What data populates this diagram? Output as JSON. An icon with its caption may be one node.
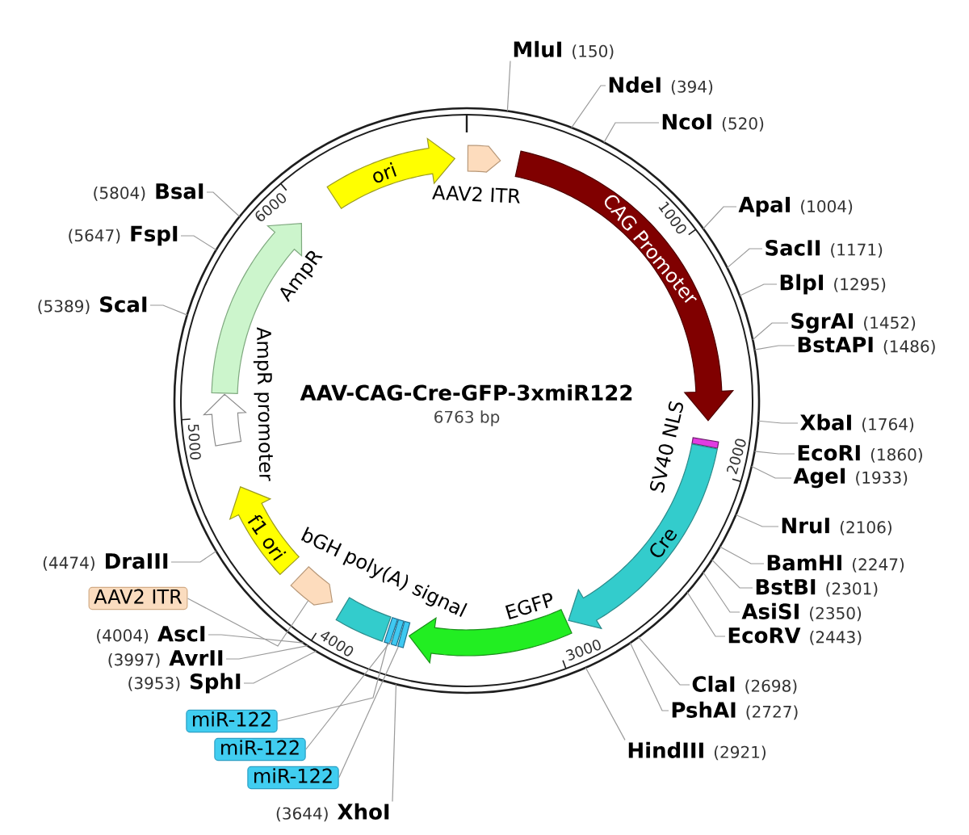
{
  "diagram": {
    "title": "AAV-CAG-Cre-GFP-3xmiR122",
    "nodes": [
      {
        "text": [],
        "shape": "circle"
      },
      {
        "text": [
          "AAV2 ITR"
        ],
        "in": 0
      },
      {
        "text": [
          "CAG Promoter"
        ],
        "in": 0
      },
      {
        "text": [
          "SV40 NLS"
        ],
        "in": 0
      },
      {
        "text": [
          "Cre"
        ],
        "in": 0
      },
      {
        "text": [
          "EGFP"
        ],
        "in": 0
      },
      {
        "text": [],
        "shape": "bar",
        "in": 0
      },
      {
        "text": [],
        "shape": "bar",
        "in": 0
      },
      {
        "text": [],
        "shape": "bar",
        "in": 0
      },
      {
        "text": [
          "bGH poly(A) signal"
        ],
        "in": 0
      },
      {
        "text": [],
        "shape": "pentagon",
        "in": 0
      },
      {
        "text": [
          "f1 ori"
        ],
        "in": 0
      },
      {
        "text": [
          "AmpR promoter"
        ],
        "in": 0
      },
      {
        "text": [
          "AmpR"
        ],
        "in": 0
      },
      {
        "text": [
          "ori"
        ],
        "in": 0
      },
      {
        "text": [
          "AAV2 ITR"
        ]
      },
      {
        "text": [
          "miR-122"
        ]
      },
      {
        "text": [
          "miR-122"
        ]
      },
      {
        "text": [
          "miR-122"
        ]
      },
      {
        "text": [
          "MluI",
          "(150)"
        ]
      },
      {
        "text": [
          "NdeI",
          "(394)"
        ]
      },
      {
        "text": [
          "NcoI",
          "(520)"
        ]
      },
      {
        "text": [
          "ApaI",
          "(1004)"
        ]
      },
      {
        "text": [
          "SacII",
          "(1171)"
        ]
      },
      {
        "text": [
          "BlpI",
          "(1295)"
        ]
      },
      {
        "text": [
          "SgrAI",
          "(1452)"
        ]
      },
      {
        "text": [
          "BstAPI",
          "(1486)"
        ]
      },
      {
        "text": [
          "XbaI",
          "(1764)"
        ]
      },
      {
        "text": [
          "EcoRI",
          "(1860)"
        ]
      },
      {
        "text": [
          "AgeI",
          "(1933)"
        ]
      },
      {
        "text": [
          "NruI",
          "(2106)"
        ]
      },
      {
        "text": [
          "BamHI",
          "(2247)"
        ]
      },
      {
        "text": [
          "BstBI",
          "(2301)"
        ]
      },
      {
        "text": [
          "AsiSI",
          "(2350)"
        ]
      },
      {
        "text": [
          "EcoRV",
          "(2443)"
        ]
      },
      {
        "text": [
          "ClaI",
          "(2698)"
        ]
      },
      {
        "text": [
          "PshAI",
          "(2727)"
        ]
      },
      {
        "text": [
          "HindIII",
          "(2921)"
        ]
      },
      {
        "text": [
          "(3644)",
          "XhoI"
        ]
      },
      {
        "text": [
          "(3953)",
          "SphI"
        ]
      },
      {
        "text": [
          "(3997)",
          "AvrII"
        ]
      },
      {
        "text": [
          "(4004)",
          "AscI"
        ]
      },
      {
        "text": [
          "(4474)",
          "DraIII"
        ]
      },
      {
        "text": [
          "(5389)",
          "ScaI"
        ]
      },
      {
        "text": [
          "(5647)",
          "FspI"
        ]
      },
      {
        "text": [
          "(5804)",
          "BsaI"
        ]
      }
    ],
    "edges": [
      {
        "from": 19,
        "to": 0,
        "arrow": "none"
      },
      {
        "from": 20,
        "to": 0,
        "arrow": "none"
      },
      {
        "from": 21,
        "to": 0,
        "arrow": "none"
      },
      {
        "from": 22,
        "to": 0,
        "arrow": "none"
      },
      {
        "from": 23,
        "to": 0,
        "arrow": "none"
      },
      {
        "from": 24,
        "to": 0,
        "arrow": "none"
      },
      {
        "from": 25,
        "to": 0,
        "arrow": "none"
      },
      {
        "from": 26,
        "to": 0,
        "arrow": "none"
      },
      {
        "from": 27,
        "to": 0,
        "arrow": "none"
      },
      {
        "from": 28,
        "to": 0,
        "arrow": "none"
      },
      {
        "from": 29,
        "to": 0,
        "arrow": "none"
      },
      {
        "from": 30,
        "to": 0,
        "arrow": "none"
      },
      {
        "from": 31,
        "to": 0,
        "arrow": "none"
      },
      {
        "from": 32,
        "to": 0,
        "arrow": "none"
      },
      {
        "from": 33,
        "to": 0,
        "arrow": "none"
      },
      {
        "from": 34,
        "to": 0,
        "arrow": "none"
      },
      {
        "from": 35,
        "to": 0,
        "arrow": "none"
      },
      {
        "from": 36,
        "to": 0,
        "arrow": "none"
      },
      {
        "from": 37,
        "to": 0,
        "arrow": "none"
      },
      {
        "from": 38,
        "to": 0,
        "arrow": "none"
      },
      {
        "from": 39,
        "to": 0,
        "arrow": "none"
      },
      {
        "from": 40,
        "to": 0,
        "arrow": "none"
      },
      {
        "from": 41,
        "to": 0,
        "arrow": "none"
      },
      {
        "from": 42,
        "to": 0,
        "arrow": "none"
      },
      {
        "from": 43,
        "to": 0,
        "arrow": "none"
      },
      {
        "from": 44,
        "to": 0,
        "arrow": "none"
      },
      {
        "from": 45,
        "to": 0,
        "arrow": "none"
      },
      {
        "from": 15,
        "to": 10,
        "arrow": "none"
      },
      {
        "from": 16,
        "to": 8,
        "arrow": "none"
      },
      {
        "from": 17,
        "to": 7,
        "arrow": "none"
      },
      {
        "from": 18,
        "to": 6,
        "arrow": "none"
      }
    ],
    "labels": [
      "6763 bp",
      "1000",
      "2000",
      "3000",
      "4000",
      "5000",
      "6000"
    ]
  }
}
